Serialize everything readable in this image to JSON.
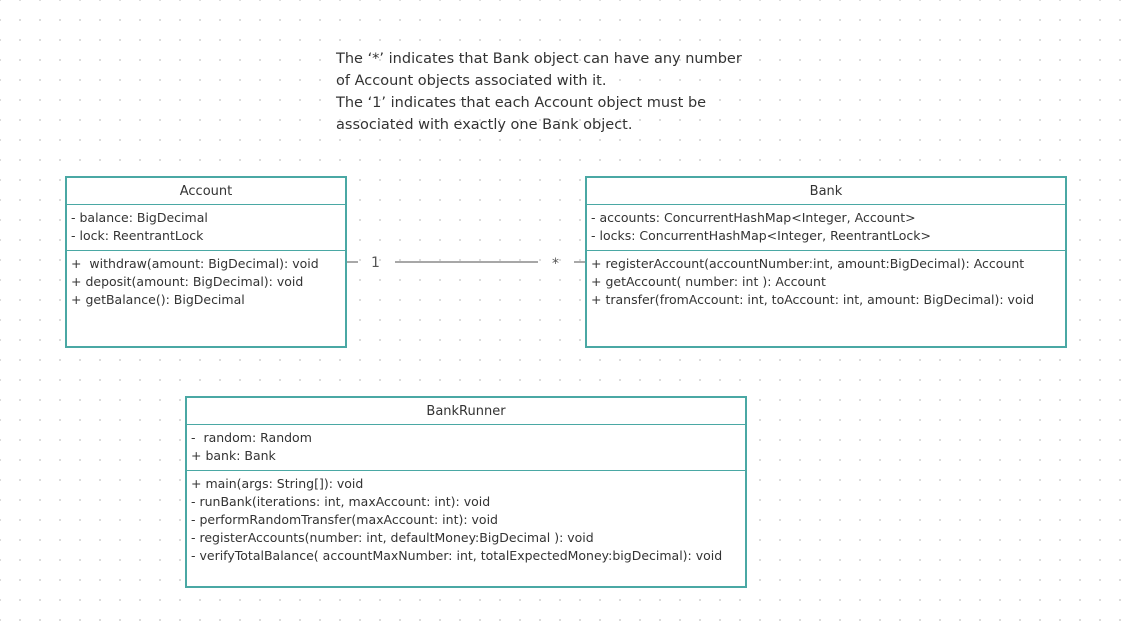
{
  "note": {
    "lines": [
      "The ‘*’ indicates that Bank object can have any number",
      "of Account objects associated with it.",
      "The ‘1’  indicates that each Account object must be",
      "associated with exactly one Bank object."
    ]
  },
  "classes": {
    "account": {
      "name": "Account",
      "attributes": [
        "- balance: BigDecimal",
        "- lock: ReentrantLock"
      ],
      "methods": [
        "+  withdraw(amount: BigDecimal): void",
        "+ deposit(amount: BigDecimal): void",
        "+ getBalance(): BigDecimal"
      ]
    },
    "bank": {
      "name": "Bank",
      "attributes": [
        "- accounts: ConcurrentHashMap<Integer, Account>",
        "- locks: ConcurrentHashMap<Integer, ReentrantLock>"
      ],
      "methods": [
        "+ registerAccount(accountNumber:int, amount:BigDecimal): Account",
        "+ getAccount( number: int ): Account",
        "+ transfer(fromAccount: int, toAccount: int, amount: BigDecimal): void"
      ]
    },
    "bankrunner": {
      "name": "BankRunner",
      "attributes": [
        "-  random: Random",
        "+ bank: Bank"
      ],
      "methods": [
        "+ main(args: String[]): void",
        "- runBank(iterations: int, maxAccount: int): void",
        "- performRandomTransfer(maxAccount: int): void",
        "- registerAccounts(number: int, defaultMoney:BigDecimal ): void",
        "- verifyTotalBalance( accountMaxNumber: int, totalExpectedMoney:bigDecimal): void"
      ]
    }
  },
  "association": {
    "account_multiplicity": "1",
    "bank_multiplicity": "*"
  },
  "colors": {
    "class_border": "#4aa8a4",
    "connector": "#8a8a8a",
    "text": "#333333"
  }
}
